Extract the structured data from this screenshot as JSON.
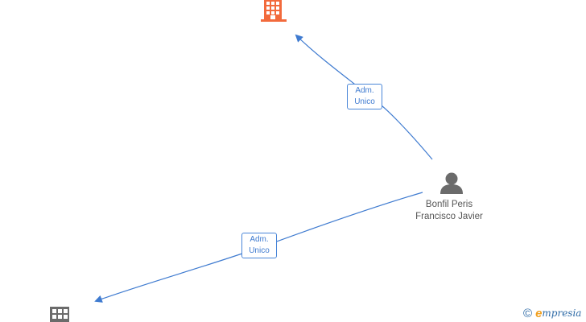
{
  "nodes": {
    "company_top": {
      "icon": "building-icon",
      "color": "#f26a3c"
    },
    "company_bottom": {
      "icon": "building-icon",
      "color": "#6b6b6b"
    },
    "person": {
      "icon": "person-icon",
      "color": "#6b6b6b",
      "name": "Bonfil Peris Francisco Javier"
    }
  },
  "edges": [
    {
      "from": "person",
      "to": "company_top",
      "label_line1": "Adm.",
      "label_line2": "Unico"
    },
    {
      "from": "person",
      "to": "company_bottom",
      "label_line1": "Adm.",
      "label_line2": "Unico"
    }
  ],
  "colors": {
    "edge": "#3f7bd0",
    "label_text": "#3f7bd0"
  },
  "watermark": {
    "copyright": "©",
    "brand_initial": "e",
    "brand_rest": "mpresia"
  }
}
